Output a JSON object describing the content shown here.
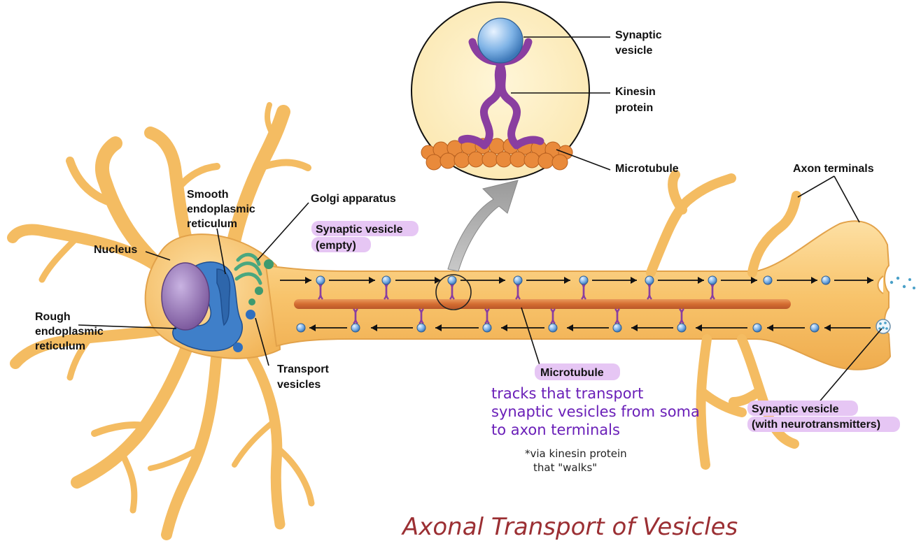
{
  "labels": {
    "nucleus": "Nucleus",
    "smooth_er_1": "Smooth",
    "smooth_er_2": "endoplasmic",
    "smooth_er_3": "reticulum",
    "golgi": "Golgi apparatus",
    "synaptic_vesicle_empty_1": "Synaptic vesicle",
    "synaptic_vesicle_empty_2": "(empty)",
    "rough_er_1": "Rough",
    "rough_er_2": "endoplasmic",
    "rough_er_3": "reticulum",
    "transport_vesicles_1": "Transport",
    "transport_vesicles_2": "vesicles",
    "inset_vesicle_1": "Synaptic",
    "inset_vesicle_2": "vesicle",
    "kinesin_1": "Kinesin",
    "kinesin_2": "protein",
    "inset_microtubule": "Microtubule",
    "axon_terminals": "Axon terminals",
    "microtubule": "Microtubule",
    "synaptic_vesicle_nt_1": "Synaptic vesicle",
    "synaptic_vesicle_nt_2": "(with neurotransmitters)"
  },
  "annotations": {
    "line1": "tracks that transport",
    "line2": "synaptic vesicles from soma",
    "line3": "to axon terminals",
    "note1": "*via kinesin protein",
    "note2": "that \"walks\""
  },
  "title": "Axonal Transport of Vesicles",
  "colors": {
    "cell_body": "#f6c777",
    "cell_outline": "#d99a3c",
    "highlight": "#e6c6f4",
    "title": "#9b2f33",
    "annotation": "#6a1fb8",
    "kinesin": "#8a3ea0",
    "vesicle": "#6fa8dc",
    "microtubule": "#d9773b",
    "nucleus": "#9b7ab8",
    "er": "#3f7fc9",
    "golgi": "#4aa77f"
  }
}
